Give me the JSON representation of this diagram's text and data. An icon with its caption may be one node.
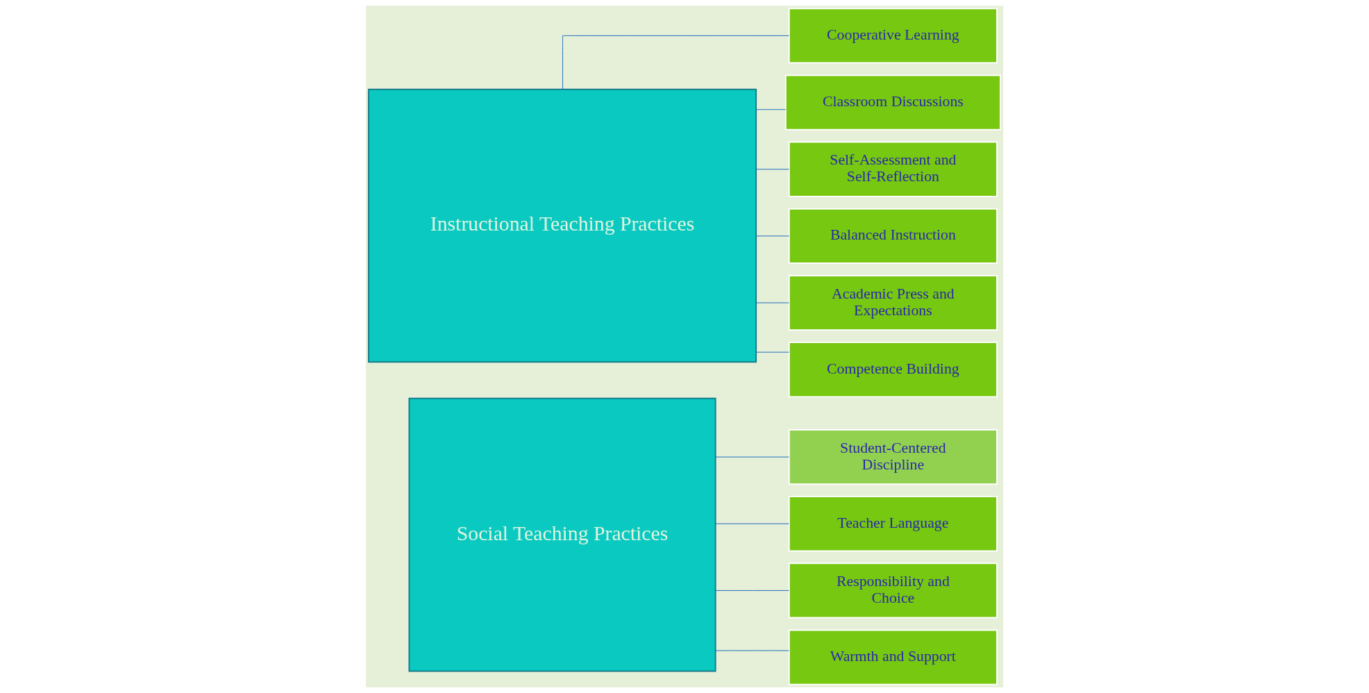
{
  "diagram": {
    "nodes": [
      {
        "text": [
          "Social Teaching Practices"
        ]
      },
      {
        "text": [
          "Student-Centered Discipline"
        ]
      },
      {
        "text": [
          "Teacher Language"
        ]
      },
      {
        "text": [
          "Responsibility and Choice"
        ]
      },
      {
        "text": [
          "Warmth and Support"
        ]
      },
      {
        "text": [
          "Instructional Teaching Practices"
        ]
      },
      {
        "text": [
          "Cooperative Learning"
        ]
      },
      {
        "text": [
          "Classroom Discussions"
        ]
      },
      {
        "text": [
          "Self-Assessment and Self-Reflection"
        ]
      },
      {
        "text": [
          "Balanced Instruction"
        ]
      },
      {
        "text": [
          "Academic Press and Expectations"
        ]
      },
      {
        "text": [
          "Competence Building"
        ]
      }
    ],
    "edges": [
      {
        "from": 0,
        "to": 1,
        "arrow": "none"
      },
      {
        "from": 0,
        "to": 2,
        "arrow": "none"
      },
      {
        "from": 0,
        "to": 3,
        "arrow": "none"
      },
      {
        "from": 0,
        "to": 4,
        "arrow": "none"
      },
      {
        "from": 5,
        "to": 6,
        "arrow": "none"
      },
      {
        "from": 5,
        "to": 7,
        "arrow": "none"
      },
      {
        "from": 5,
        "to": 8,
        "arrow": "none"
      },
      {
        "from": 5,
        "to": 9,
        "arrow": "none"
      },
      {
        "from": 5,
        "to": 10,
        "arrow": "none"
      },
      {
        "from": 5,
        "to": 11,
        "arrow": "none"
      }
    ]
  }
}
